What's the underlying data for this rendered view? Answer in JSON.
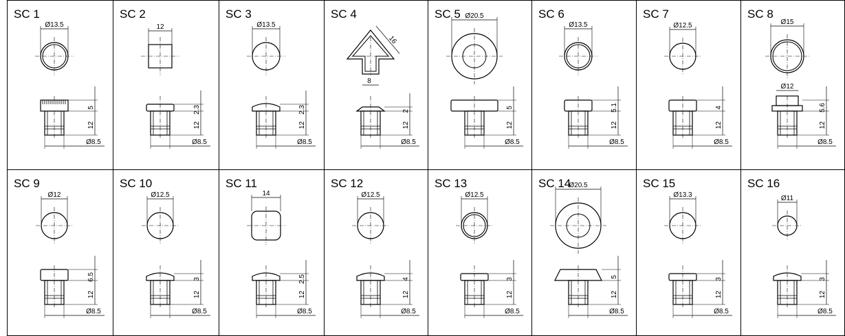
{
  "cells": [
    {
      "label": "SC 1",
      "head": "knurl",
      "top": {
        "shape": "circle",
        "ring": "double",
        "dim": "Ø13.5"
      },
      "head_dim": "5",
      "shank_dim": "12",
      "base_dim": "Ø8.5"
    },
    {
      "label": "SC 2",
      "head": "flat",
      "top": {
        "shape": "square",
        "ring": "single",
        "dim": "12"
      },
      "head_dim": "2.3",
      "shank_dim": "12",
      "base_dim": "Ø8.5"
    },
    {
      "label": "SC 3",
      "head": "dome",
      "top": {
        "shape": "circle",
        "ring": "single",
        "dim": "Ø13.5"
      },
      "head_dim": "2.3",
      "shank_dim": "12",
      "base_dim": "Ø8.5"
    },
    {
      "label": "SC 4",
      "head": "arrow",
      "top": {
        "shape": "arrow",
        "ring": "double",
        "dim": "16",
        "dim2": "8"
      },
      "head_dim": "2",
      "shank_dim": "12",
      "base_dim": "Ø8.5"
    },
    {
      "label": "SC 5",
      "head": "wide",
      "top": {
        "shape": "circle",
        "ring": "washer",
        "dim": "Ø20.5"
      },
      "head_dim": "5",
      "shank_dim": "12",
      "base_dim": "Ø8.5"
    },
    {
      "label": "SC 6",
      "head": "tall",
      "top": {
        "shape": "circle",
        "ring": "double",
        "dim": "Ø13.5"
      },
      "head_dim": "5.1",
      "shank_dim": "12",
      "base_dim": "Ø8.5"
    },
    {
      "label": "SC 7",
      "head": "tall",
      "top": {
        "shape": "circle",
        "ring": "single",
        "dim": "Ø12.5"
      },
      "head_dim": "4",
      "shank_dim": "12",
      "base_dim": "Ø8.5"
    },
    {
      "label": "SC 8",
      "head": "stepped",
      "top": {
        "shape": "circle",
        "ring": "double",
        "dim": "Ø15"
      },
      "head_dim": "5.6",
      "extra_dim": "Ø12",
      "shank_dim": "12",
      "base_dim": "Ø8.5"
    },
    {
      "label": "SC 9",
      "head": "cap",
      "top": {
        "shape": "circle",
        "ring": "single",
        "dim": "Ø12"
      },
      "head_dim": "6.5",
      "shank_dim": "12",
      "base_dim": "Ø8.5"
    },
    {
      "label": "SC 10",
      "head": "dome",
      "top": {
        "shape": "circle",
        "ring": "single",
        "dim": "Ø12.5"
      },
      "head_dim": "3",
      "shank_dim": "12",
      "base_dim": "Ø8.5"
    },
    {
      "label": "SC 11",
      "head": "dome",
      "top": {
        "shape": "square",
        "ring": "rounded",
        "dim": "14"
      },
      "head_dim": "2.5",
      "shank_dim": "12",
      "base_dim": "Ø8.5"
    },
    {
      "label": "SC 12",
      "head": "dome",
      "top": {
        "shape": "circle",
        "ring": "single",
        "dim": "Ø12.5"
      },
      "head_dim": "4",
      "shank_dim": "12",
      "base_dim": "Ø8.5"
    },
    {
      "label": "SC 13",
      "head": "flat",
      "top": {
        "shape": "circle",
        "ring": "double",
        "dim": "Ø12.5"
      },
      "head_dim": "3",
      "shank_dim": "12",
      "base_dim": "Ø8.5"
    },
    {
      "label": "SC 14",
      "head": "chamfer",
      "top": {
        "shape": "circle",
        "ring": "washer",
        "dim": "Ø20.5"
      },
      "head_dim": "5",
      "shank_dim": "12",
      "base_dim": "Ø8.5"
    },
    {
      "label": "SC 15",
      "head": "flat",
      "top": {
        "shape": "circle",
        "ring": "single",
        "dim": "Ø13.3"
      },
      "head_dim": "3",
      "shank_dim": "12",
      "base_dim": "Ø8.5"
    },
    {
      "label": "SC 16",
      "head": "dome",
      "top": {
        "shape": "circle",
        "ring": "single",
        "dim": "Ø11"
      },
      "head_dim": "3",
      "shank_dim": "12",
      "base_dim": "Ø8.5"
    }
  ]
}
